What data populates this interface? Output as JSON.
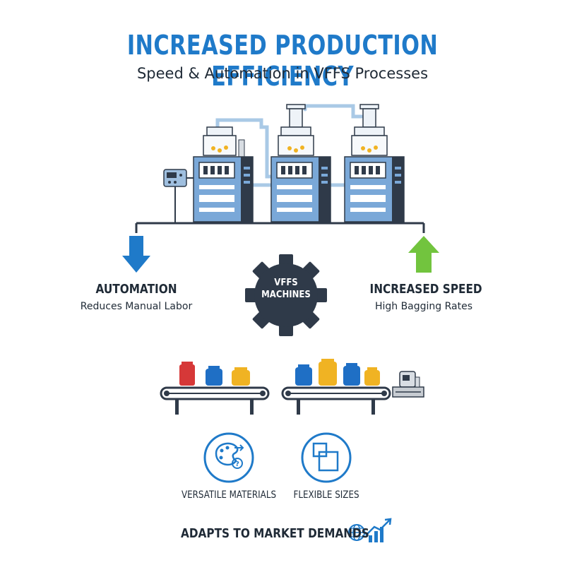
{
  "header": {
    "title": "INCREASED PRODUCTION EFFICIENCY",
    "subtitle": "Speed & Automation in VFFS Processes"
  },
  "center_gear": {
    "line1": "VFFS",
    "line2": "MACHINES"
  },
  "left_block": {
    "title": "AUTOMATION",
    "subtitle": "Reduces Manual Labor",
    "arrow": "arrow-down-icon"
  },
  "right_block": {
    "title": "INCREASED SPEED",
    "subtitle": "High Bagging Rates",
    "arrow": "arrow-up-icon"
  },
  "features": [
    {
      "label": "VERSATILE MATERIALS",
      "icon": "materials-palette-icon"
    },
    {
      "label": "FLEXIBLE SIZES",
      "icon": "flexible-sizes-icon"
    }
  ],
  "footer": {
    "text": "ADAPTS TO MARKET DEMANDS",
    "icon": "globe-growth-chart-icon"
  },
  "colors": {
    "title_blue": "#1f7ac9",
    "arrow_down_blue": "#1f7ac9",
    "arrow_up_green": "#72c43e",
    "gear_dark": "#2f3a49",
    "machine_blue": "#7aa8d8",
    "bag_red": "#d63838",
    "bag_blue": "#1f6fc5",
    "bag_yellow": "#f0b323"
  }
}
